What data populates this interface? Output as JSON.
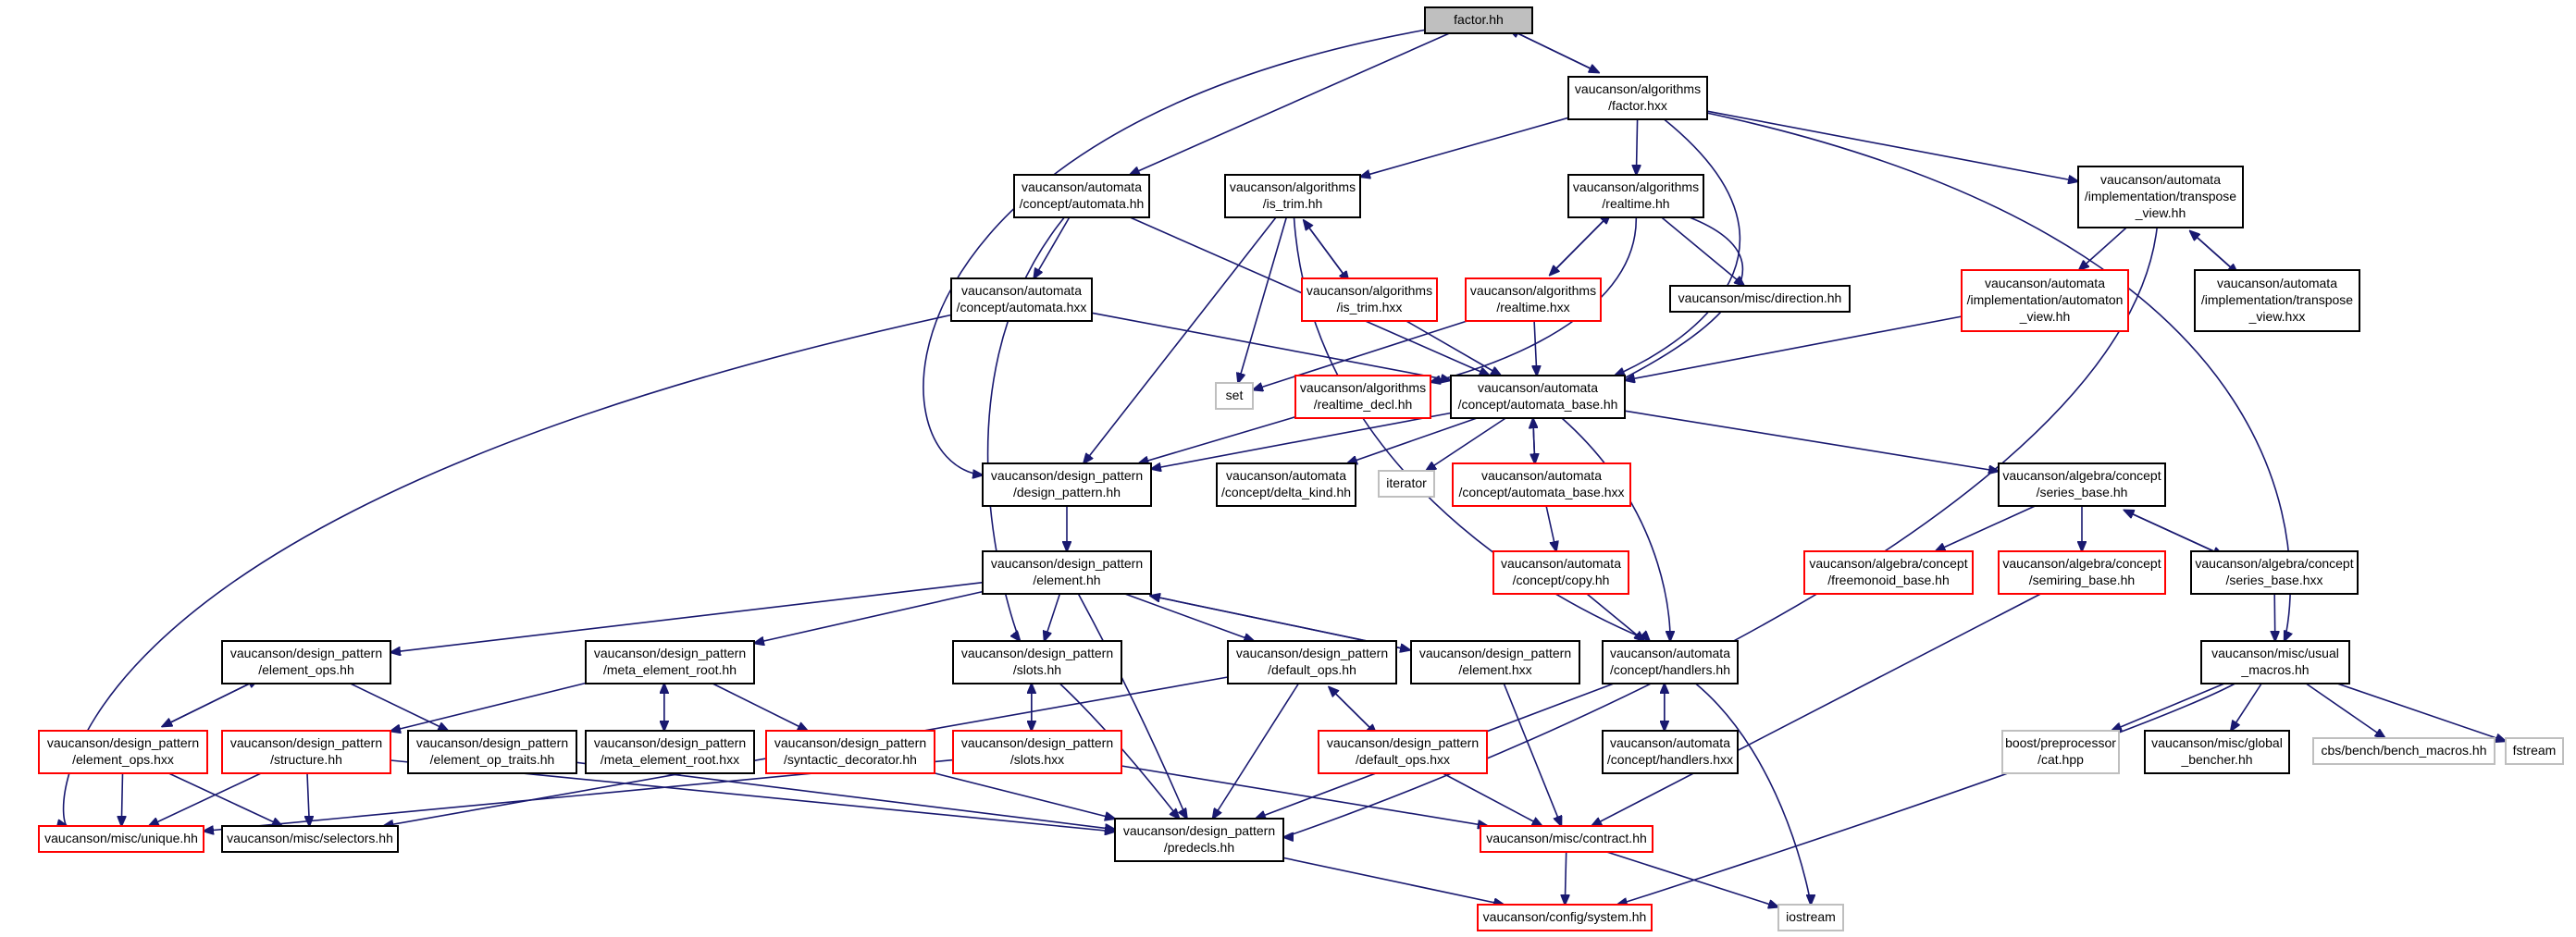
{
  "title": "factor.hh",
  "colors": {
    "edge": "#191970",
    "focus_fill": "#bfbfbf",
    "focus_border": "#000000",
    "normal_border": "#000000",
    "incomplete_border": "#ff0000",
    "external_border": "#bfbfbf",
    "node_fill": "#ffffff"
  },
  "nodes": [
    {
      "id": "factor_hh",
      "kind": "focus",
      "lines": [
        "factor.hh"
      ]
    },
    {
      "id": "alg_factor_hxx",
      "kind": "normal",
      "lines": [
        "vaucanson/algorithms",
        "/factor.hxx"
      ]
    },
    {
      "id": "aut_concept_automata_hh",
      "kind": "normal",
      "lines": [
        "vaucanson/automata",
        "/concept/automata.hh"
      ]
    },
    {
      "id": "alg_is_trim_hh",
      "kind": "normal",
      "lines": [
        "vaucanson/algorithms",
        "/is_trim.hh"
      ]
    },
    {
      "id": "alg_realtime_hh",
      "kind": "normal",
      "lines": [
        "vaucanson/algorithms",
        "/realtime.hh"
      ]
    },
    {
      "id": "impl_transpose_view_hh",
      "kind": "normal",
      "lines": [
        "vaucanson/automata",
        "/implementation/transpose",
        "_view.hh"
      ]
    },
    {
      "id": "aut_concept_automata_hxx",
      "kind": "normal",
      "lines": [
        "vaucanson/automata",
        "/concept/automata.hxx"
      ]
    },
    {
      "id": "alg_is_trim_hxx",
      "kind": "incomplete",
      "lines": [
        "vaucanson/algorithms",
        "/is_trim.hxx"
      ]
    },
    {
      "id": "alg_realtime_hxx",
      "kind": "incomplete",
      "lines": [
        "vaucanson/algorithms",
        "/realtime.hxx"
      ]
    },
    {
      "id": "misc_direction_hh",
      "kind": "normal",
      "lines": [
        "vaucanson/misc/direction.hh"
      ]
    },
    {
      "id": "impl_automaton_view_hh",
      "kind": "incomplete",
      "lines": [
        "vaucanson/automata",
        "/implementation/automaton",
        "_view.hh"
      ]
    },
    {
      "id": "impl_transpose_view_hxx",
      "kind": "normal",
      "lines": [
        "vaucanson/automata",
        "/implementation/transpose",
        "_view.hxx"
      ]
    },
    {
      "id": "std_set",
      "kind": "external",
      "lines": [
        "set"
      ]
    },
    {
      "id": "alg_realtime_decl_hh",
      "kind": "incomplete",
      "lines": [
        "vaucanson/algorithms",
        "/realtime_decl.hh"
      ]
    },
    {
      "id": "aut_concept_automata_base_hh",
      "kind": "normal",
      "lines": [
        "vaucanson/automata",
        "/concept/automata_base.hh"
      ]
    },
    {
      "id": "dp_design_pattern_hh",
      "kind": "normal",
      "lines": [
        "vaucanson/design_pattern",
        "/design_pattern.hh"
      ]
    },
    {
      "id": "aut_concept_delta_kind_hh",
      "kind": "normal",
      "lines": [
        "vaucanson/automata",
        "/concept/delta_kind.hh"
      ]
    },
    {
      "id": "std_iterator",
      "kind": "external",
      "lines": [
        "iterator"
      ]
    },
    {
      "id": "aut_concept_automata_base_hxx",
      "kind": "incomplete",
      "lines": [
        "vaucanson/automata",
        "/concept/automata_base.hxx"
      ]
    },
    {
      "id": "alg_concept_series_base_hh",
      "kind": "normal",
      "lines": [
        "vaucanson/algebra/concept",
        "/series_base.hh"
      ]
    },
    {
      "id": "dp_element_hh",
      "kind": "normal",
      "lines": [
        "vaucanson/design_pattern",
        "/element.hh"
      ]
    },
    {
      "id": "aut_concept_copy_hh",
      "kind": "incomplete",
      "lines": [
        "vaucanson/automata",
        "/concept/copy.hh"
      ]
    },
    {
      "id": "alg_concept_freemonoid_base_hh",
      "kind": "incomplete",
      "lines": [
        "vaucanson/algebra/concept",
        "/freemonoid_base.hh"
      ]
    },
    {
      "id": "alg_concept_semiring_base_hh",
      "kind": "incomplete",
      "lines": [
        "vaucanson/algebra/concept",
        "/semiring_base.hh"
      ]
    },
    {
      "id": "alg_concept_series_base_hxx",
      "kind": "normal",
      "lines": [
        "vaucanson/algebra/concept",
        "/series_base.hxx"
      ]
    },
    {
      "id": "dp_element_ops_hh",
      "kind": "normal",
      "lines": [
        "vaucanson/design_pattern",
        "/element_ops.hh"
      ]
    },
    {
      "id": "dp_meta_element_root_hh",
      "kind": "normal",
      "lines": [
        "vaucanson/design_pattern",
        "/meta_element_root.hh"
      ]
    },
    {
      "id": "dp_slots_hh",
      "kind": "normal",
      "lines": [
        "vaucanson/design_pattern",
        "/slots.hh"
      ]
    },
    {
      "id": "dp_default_ops_hh",
      "kind": "normal",
      "lines": [
        "vaucanson/design_pattern",
        "/default_ops.hh"
      ]
    },
    {
      "id": "dp_element_hxx",
      "kind": "normal",
      "lines": [
        "vaucanson/design_pattern",
        "/element.hxx"
      ]
    },
    {
      "id": "aut_concept_handlers_hh",
      "kind": "normal",
      "lines": [
        "vaucanson/automata",
        "/concept/handlers.hh"
      ]
    },
    {
      "id": "misc_usual_macros_hh",
      "kind": "normal",
      "lines": [
        "vaucanson/misc/usual",
        "_macros.hh"
      ]
    },
    {
      "id": "dp_element_ops_hxx",
      "kind": "incomplete",
      "lines": [
        "vaucanson/design_pattern",
        "/element_ops.hxx"
      ]
    },
    {
      "id": "dp_structure_hh",
      "kind": "incomplete",
      "lines": [
        "vaucanson/design_pattern",
        "/structure.hh"
      ]
    },
    {
      "id": "dp_element_op_traits_hh",
      "kind": "normal",
      "lines": [
        "vaucanson/design_pattern",
        "/element_op_traits.hh"
      ]
    },
    {
      "id": "dp_meta_element_root_hxx",
      "kind": "normal",
      "lines": [
        "vaucanson/design_pattern",
        "/meta_element_root.hxx"
      ]
    },
    {
      "id": "dp_syntactic_decorator_hh",
      "kind": "incomplete",
      "lines": [
        "vaucanson/design_pattern",
        "/syntactic_decorator.hh"
      ]
    },
    {
      "id": "dp_slots_hxx",
      "kind": "incomplete",
      "lines": [
        "vaucanson/design_pattern",
        "/slots.hxx"
      ]
    },
    {
      "id": "dp_default_ops_hxx",
      "kind": "incomplete",
      "lines": [
        "vaucanson/design_pattern",
        "/default_ops.hxx"
      ]
    },
    {
      "id": "aut_concept_handlers_hxx",
      "kind": "normal",
      "lines": [
        "vaucanson/automata",
        "/concept/handlers.hxx"
      ]
    },
    {
      "id": "boost_cat_hpp",
      "kind": "external",
      "lines": [
        "boost/preprocessor",
        "/cat.hpp"
      ]
    },
    {
      "id": "misc_global_bencher_hh",
      "kind": "normal",
      "lines": [
        "vaucanson/misc/global",
        "_bencher.hh"
      ]
    },
    {
      "id": "cbs_bench_macros_hh",
      "kind": "external",
      "lines": [
        "cbs/bench/bench_macros.hh"
      ]
    },
    {
      "id": "std_fstream",
      "kind": "external",
      "lines": [
        "fstream"
      ]
    },
    {
      "id": "misc_unique_hh",
      "kind": "incomplete",
      "lines": [
        "vaucanson/misc/unique.hh"
      ]
    },
    {
      "id": "misc_selectors_hh",
      "kind": "normal",
      "lines": [
        "vaucanson/misc/selectors.hh"
      ]
    },
    {
      "id": "dp_predecls_hh",
      "kind": "normal",
      "lines": [
        "vaucanson/design_pattern",
        "/predecls.hh"
      ]
    },
    {
      "id": "misc_contract_hh",
      "kind": "incomplete",
      "lines": [
        "vaucanson/misc/contract.hh"
      ]
    },
    {
      "id": "config_system_hh",
      "kind": "incomplete",
      "lines": [
        "vaucanson/config/system.hh"
      ]
    },
    {
      "id": "std_iostream",
      "kind": "external",
      "lines": [
        "iostream"
      ]
    }
  ],
  "edges": [
    [
      "factor_hh",
      "alg_factor_hxx"
    ],
    [
      "factor_hh",
      "aut_concept_automata_hh"
    ],
    [
      "factor_hh",
      "dp_design_pattern_hh"
    ],
    [
      "alg_factor_hxx",
      "factor_hh"
    ],
    [
      "alg_factor_hxx",
      "alg_is_trim_hh"
    ],
    [
      "alg_factor_hxx",
      "alg_realtime_hh"
    ],
    [
      "alg_factor_hxx",
      "impl_transpose_view_hh"
    ],
    [
      "alg_factor_hxx",
      "aut_concept_automata_base_hh"
    ],
    [
      "alg_factor_hxx",
      "misc_usual_macros_hh"
    ],
    [
      "aut_concept_automata_hh",
      "aut_concept_automata_hxx"
    ],
    [
      "aut_concept_automata_hh",
      "aut_concept_automata_base_hh"
    ],
    [
      "aut_concept_automata_hh",
      "dp_slots_hh"
    ],
    [
      "aut_concept_automata_hxx",
      "aut_concept_automata_base_hh"
    ],
    [
      "aut_concept_automata_hxx",
      "misc_unique_hh"
    ],
    [
      "alg_is_trim_hh",
      "alg_is_trim_hxx"
    ],
    [
      "alg_is_trim_hh",
      "std_set"
    ],
    [
      "alg_is_trim_hh",
      "dp_design_pattern_hh"
    ],
    [
      "alg_is_trim_hh",
      "aut_concept_handlers_hh"
    ],
    [
      "alg_is_trim_hxx",
      "alg_is_trim_hh"
    ],
    [
      "alg_is_trim_hxx",
      "aut_concept_automata_base_hh"
    ],
    [
      "alg_realtime_hh",
      "alg_realtime_hxx"
    ],
    [
      "alg_realtime_hh",
      "misc_direction_hh"
    ],
    [
      "alg_realtime_hh",
      "aut_concept_automata_base_hh"
    ],
    [
      "alg_realtime_hh",
      "alg_realtime_decl_hh"
    ],
    [
      "alg_realtime_hxx",
      "alg_realtime_hh"
    ],
    [
      "alg_realtime_hxx",
      "std_set"
    ],
    [
      "alg_realtime_hxx",
      "aut_concept_automata_base_hh"
    ],
    [
      "impl_transpose_view_hh",
      "impl_automaton_view_hh"
    ],
    [
      "impl_transpose_view_hh",
      "impl_transpose_view_hxx"
    ],
    [
      "impl_transpose_view_hh",
      "dp_predecls_hh"
    ],
    [
      "impl_transpose_view_hxx",
      "impl_transpose_view_hh"
    ],
    [
      "impl_automaton_view_hh",
      "aut_concept_automata_base_hh"
    ],
    [
      "alg_realtime_decl_hh",
      "dp_design_pattern_hh"
    ],
    [
      "aut_concept_automata_base_hh",
      "dp_design_pattern_hh"
    ],
    [
      "aut_concept_automata_base_hh",
      "aut_concept_delta_kind_hh"
    ],
    [
      "aut_concept_automata_base_hh",
      "std_iterator"
    ],
    [
      "aut_concept_automata_base_hh",
      "aut_concept_automata_base_hxx"
    ],
    [
      "aut_concept_automata_base_hh",
      "alg_concept_series_base_hh"
    ],
    [
      "aut_concept_automata_base_hh",
      "aut_concept_handlers_hh"
    ],
    [
      "aut_concept_automata_base_hxx",
      "aut_concept_automata_base_hh"
    ],
    [
      "aut_concept_automata_base_hxx",
      "aut_concept_copy_hh"
    ],
    [
      "aut_concept_copy_hh",
      "aut_concept_handlers_hh"
    ],
    [
      "alg_concept_series_base_hh",
      "alg_concept_freemonoid_base_hh"
    ],
    [
      "alg_concept_series_base_hh",
      "alg_concept_semiring_base_hh"
    ],
    [
      "alg_concept_series_base_hh",
      "alg_concept_series_base_hxx"
    ],
    [
      "alg_concept_series_base_hxx",
      "alg_concept_series_base_hh"
    ],
    [
      "alg_concept_series_base_hxx",
      "misc_usual_macros_hh"
    ],
    [
      "alg_concept_semiring_base_hh",
      "misc_contract_hh"
    ],
    [
      "dp_design_pattern_hh",
      "dp_element_hh"
    ],
    [
      "dp_element_hh",
      "dp_element_ops_hh"
    ],
    [
      "dp_element_hh",
      "dp_meta_element_root_hh"
    ],
    [
      "dp_element_hh",
      "dp_slots_hh"
    ],
    [
      "dp_element_hh",
      "dp_default_ops_hh"
    ],
    [
      "dp_element_hh",
      "dp_element_hxx"
    ],
    [
      "dp_element_hh",
      "dp_predecls_hh"
    ],
    [
      "dp_element_hxx",
      "dp_element_hh"
    ],
    [
      "dp_element_hxx",
      "misc_contract_hh"
    ],
    [
      "dp_element_ops_hh",
      "dp_element_ops_hxx"
    ],
    [
      "dp_element_ops_hh",
      "dp_element_op_traits_hh"
    ],
    [
      "dp_element_ops_hxx",
      "dp_element_ops_hh"
    ],
    [
      "dp_element_ops_hxx",
      "misc_unique_hh"
    ],
    [
      "dp_element_ops_hxx",
      "misc_selectors_hh"
    ],
    [
      "dp_element_op_traits_hh",
      "dp_predecls_hh"
    ],
    [
      "dp_meta_element_root_hh",
      "dp_structure_hh"
    ],
    [
      "dp_meta_element_root_hh",
      "dp_meta_element_root_hxx"
    ],
    [
      "dp_meta_element_root_hh",
      "dp_syntactic_decorator_hh"
    ],
    [
      "dp_meta_element_root_hxx",
      "dp_meta_element_root_hh"
    ],
    [
      "dp_structure_hh",
      "misc_unique_hh"
    ],
    [
      "dp_structure_hh",
      "misc_selectors_hh"
    ],
    [
      "dp_structure_hh",
      "dp_predecls_hh"
    ],
    [
      "dp_syntactic_decorator_hh",
      "dp_predecls_hh"
    ],
    [
      "dp_slots_hh",
      "dp_slots_hxx"
    ],
    [
      "dp_slots_hh",
      "dp_predecls_hh"
    ],
    [
      "dp_slots_hxx",
      "dp_slots_hh"
    ],
    [
      "dp_slots_hxx",
      "misc_contract_hh"
    ],
    [
      "dp_slots_hxx",
      "misc_unique_hh"
    ],
    [
      "dp_default_ops_hh",
      "dp_default_ops_hxx"
    ],
    [
      "dp_default_ops_hh",
      "dp_predecls_hh"
    ],
    [
      "dp_default_ops_hh",
      "misc_selectors_hh"
    ],
    [
      "dp_default_ops_hxx",
      "dp_default_ops_hh"
    ],
    [
      "dp_default_ops_hxx",
      "misc_contract_hh"
    ],
    [
      "aut_concept_handlers_hh",
      "aut_concept_handlers_hxx"
    ],
    [
      "aut_concept_handlers_hh",
      "dp_predecls_hh"
    ],
    [
      "aut_concept_handlers_hh",
      "std_iostream"
    ],
    [
      "aut_concept_handlers_hxx",
      "aut_concept_handlers_hh"
    ],
    [
      "misc_usual_macros_hh",
      "boost_cat_hpp"
    ],
    [
      "misc_usual_macros_hh",
      "misc_global_bencher_hh"
    ],
    [
      "misc_usual_macros_hh",
      "cbs_bench_macros_hh"
    ],
    [
      "misc_usual_macros_hh",
      "std_fstream"
    ],
    [
      "misc_usual_macros_hh",
      "config_system_hh"
    ],
    [
      "dp_predecls_hh",
      "config_system_hh"
    ],
    [
      "misc_contract_hh",
      "config_system_hh"
    ],
    [
      "misc_contract_hh",
      "std_iostream"
    ]
  ]
}
